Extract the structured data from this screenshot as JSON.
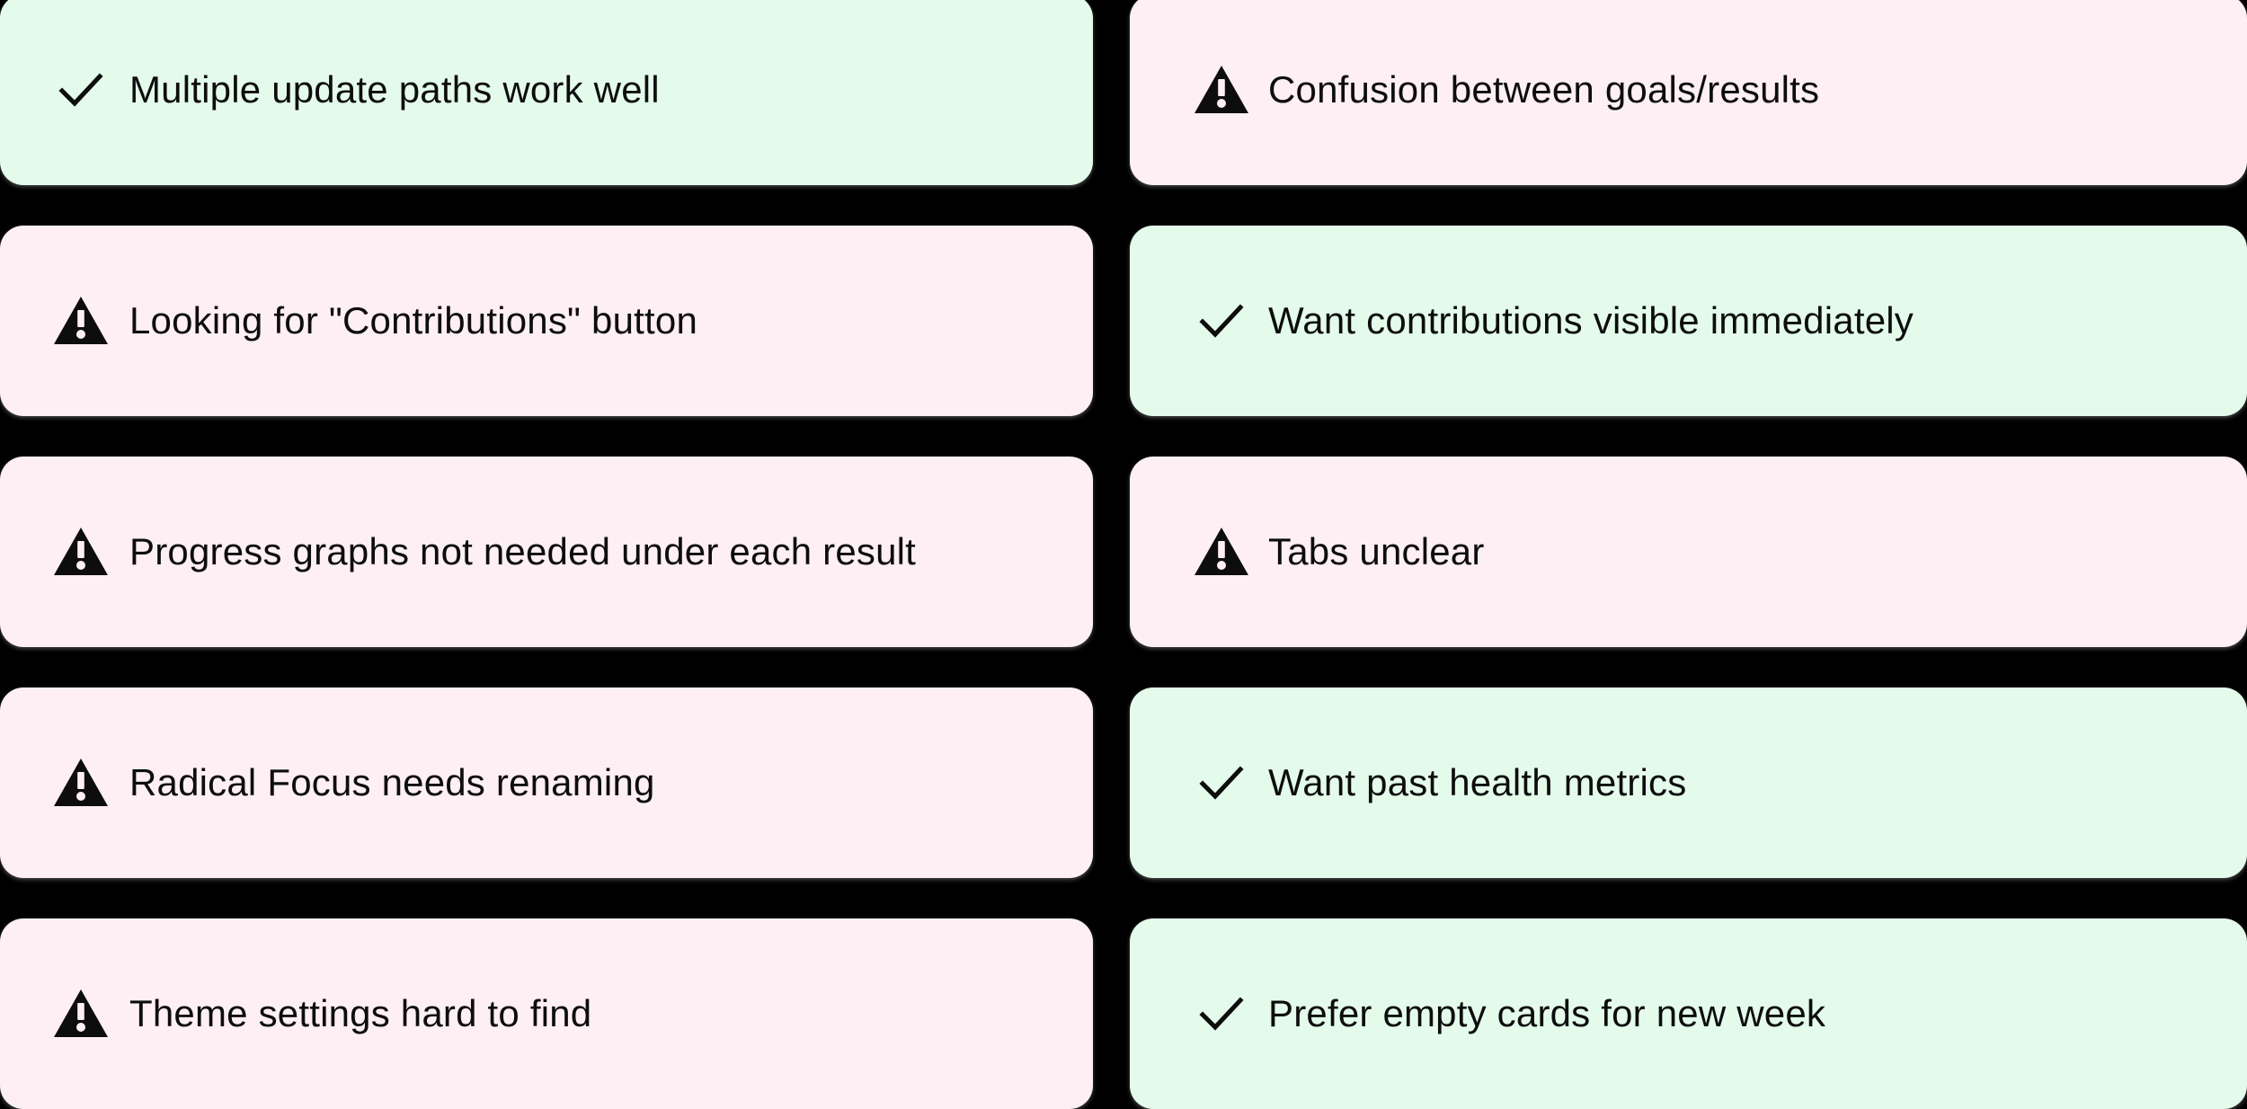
{
  "board": {
    "background_color": "#000000",
    "columns": 2,
    "rows": 5,
    "icons": {
      "positive": "check-icon",
      "warning": "warning-triangle-icon"
    },
    "colors": {
      "positive_card_background": "#e4fbec",
      "warning_card_background": "#fdeff3",
      "text": "#0d0d0d",
      "icon": "#0d0d0d"
    }
  },
  "cards": [
    {
      "id": "card-1",
      "column": "left",
      "row": 1,
      "type": "positive",
      "icon": "check-icon",
      "label": "Multiple update paths work well"
    },
    {
      "id": "card-2",
      "column": "right",
      "row": 1,
      "type": "warning",
      "icon": "warning-triangle-icon",
      "label": "Confusion between goals/results"
    },
    {
      "id": "card-3",
      "column": "left",
      "row": 2,
      "type": "warning",
      "icon": "warning-triangle-icon",
      "label": "Looking for \"Contributions\" button"
    },
    {
      "id": "card-4",
      "column": "right",
      "row": 2,
      "type": "positive",
      "icon": "check-icon",
      "label": "Want contributions visible immediately"
    },
    {
      "id": "card-5",
      "column": "left",
      "row": 3,
      "type": "warning",
      "icon": "warning-triangle-icon",
      "label": "Progress graphs not needed under each result"
    },
    {
      "id": "card-6",
      "column": "right",
      "row": 3,
      "type": "warning",
      "icon": "warning-triangle-icon",
      "label": "Tabs unclear"
    },
    {
      "id": "card-7",
      "column": "left",
      "row": 4,
      "type": "warning",
      "icon": "warning-triangle-icon",
      "label": "Radical Focus needs renaming"
    },
    {
      "id": "card-8",
      "column": "right",
      "row": 4,
      "type": "positive",
      "icon": "check-icon",
      "label": "Want past health metrics"
    },
    {
      "id": "card-9",
      "column": "left",
      "row": 5,
      "type": "warning",
      "icon": "warning-triangle-icon",
      "label": "Theme settings hard to find"
    },
    {
      "id": "card-10",
      "column": "right",
      "row": 5,
      "type": "positive",
      "icon": "check-icon",
      "label": "Prefer empty cards for new week"
    }
  ]
}
